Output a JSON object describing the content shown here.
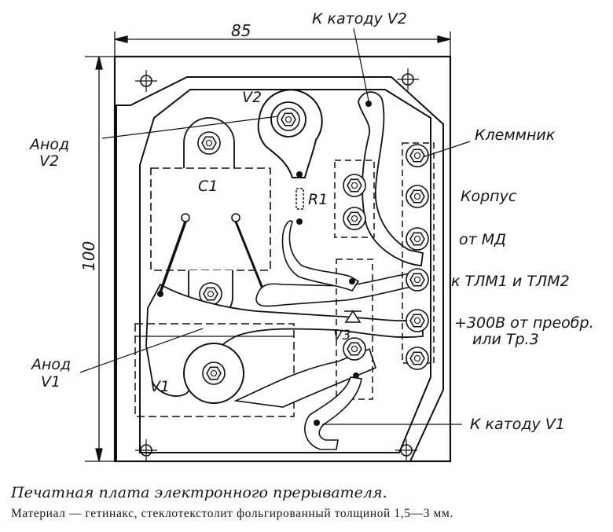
{
  "dimensions": {
    "width": "85",
    "height": "100"
  },
  "labels": {
    "cathode_v2": "К катоду V2",
    "anode_v2_line1": "Анод",
    "anode_v2_line2": "V2",
    "v2": "V2",
    "c1": "C1",
    "r1": "R1",
    "klemmnik": "Клеммник",
    "korpus": "Корпус",
    "ot_md": "от МД",
    "k_tlm": "к ТЛМ1 и ТЛМ2",
    "plus300_line1": "+300В от преобр.",
    "plus300_line2": "или Тр.3",
    "v3": "V3",
    "anode_v1_line1": "Анод",
    "anode_v1_line2": "V1",
    "v1": "V1",
    "cathode_v1": "К катоду V1"
  },
  "caption": {
    "title": "Печатная плата электронного прерывателя.",
    "material": "Материал — гетинакс, стеклотекстолит фольгированный толщиной 1,5—3 мм."
  }
}
